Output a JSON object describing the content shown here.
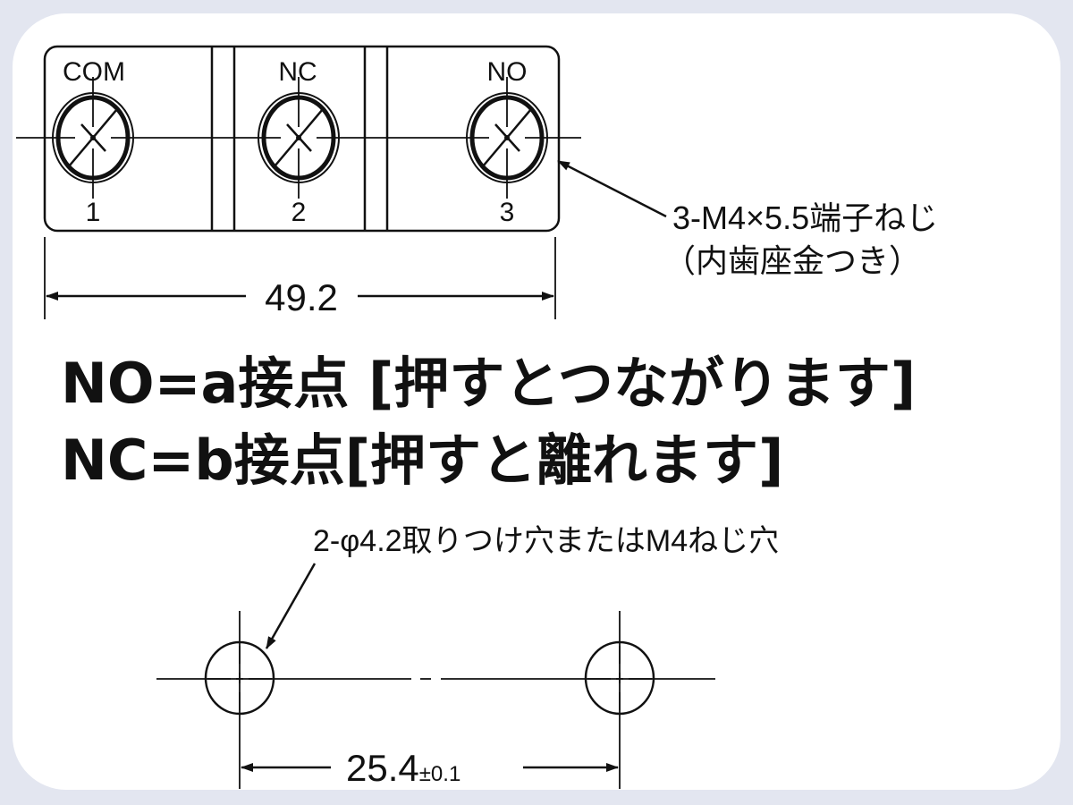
{
  "terminals": [
    {
      "name": "COM",
      "number": "1"
    },
    {
      "name": "NC",
      "number": "2"
    },
    {
      "name": "NO",
      "number": "3"
    }
  ],
  "width_dimension": "49.2",
  "screw_note": {
    "line1": "3-M4×5.5端子ねじ",
    "line2": "（内歯座金つき）"
  },
  "contact_notes": {
    "no": "NO=a接点 [押すとつながります]",
    "nc": "NC=b接点[押すと離れます]"
  },
  "hole_note": "2-φ4.2取りつけ穴またはM4ねじ穴",
  "hole_spacing": {
    "value": "25.4",
    "tolerance": "±0.1"
  },
  "colors": {
    "background": "#e3e6f0",
    "panel": "#ffffff",
    "ink": "#111111"
  }
}
